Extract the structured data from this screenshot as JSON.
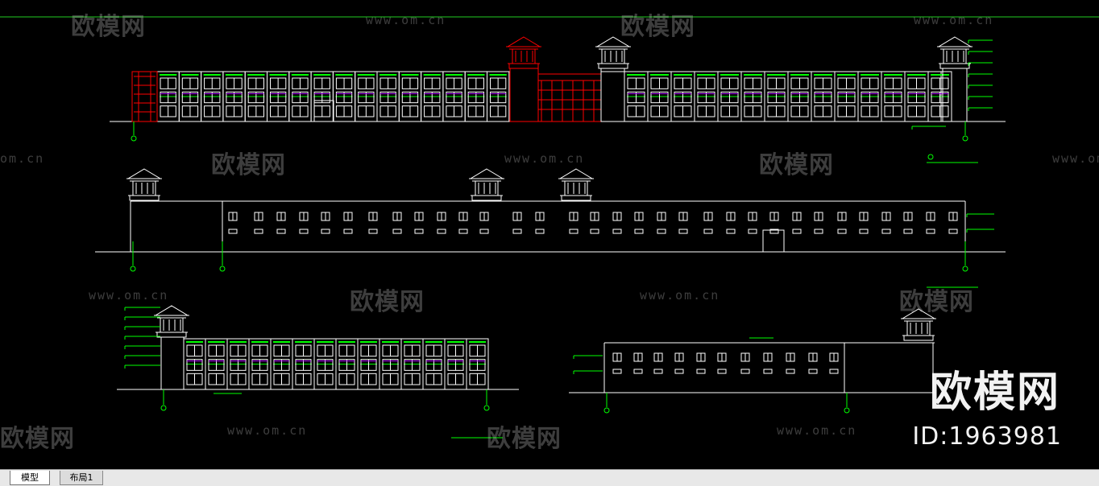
{
  "watermark": {
    "logo_text": "欧模网",
    "url_text": "www.om.cn",
    "url_fragment": "om.cn"
  },
  "brand": {
    "name": "欧模网",
    "id": "ID:1963981"
  },
  "tabs": [
    {
      "label": "模型",
      "active": true
    },
    {
      "label": "布局1",
      "active": false
    }
  ],
  "colors": {
    "background": "#000000",
    "line": "#ffffff",
    "highlight": "#ff0000",
    "annotation": "#00ff00",
    "glass": "#b000ff"
  }
}
